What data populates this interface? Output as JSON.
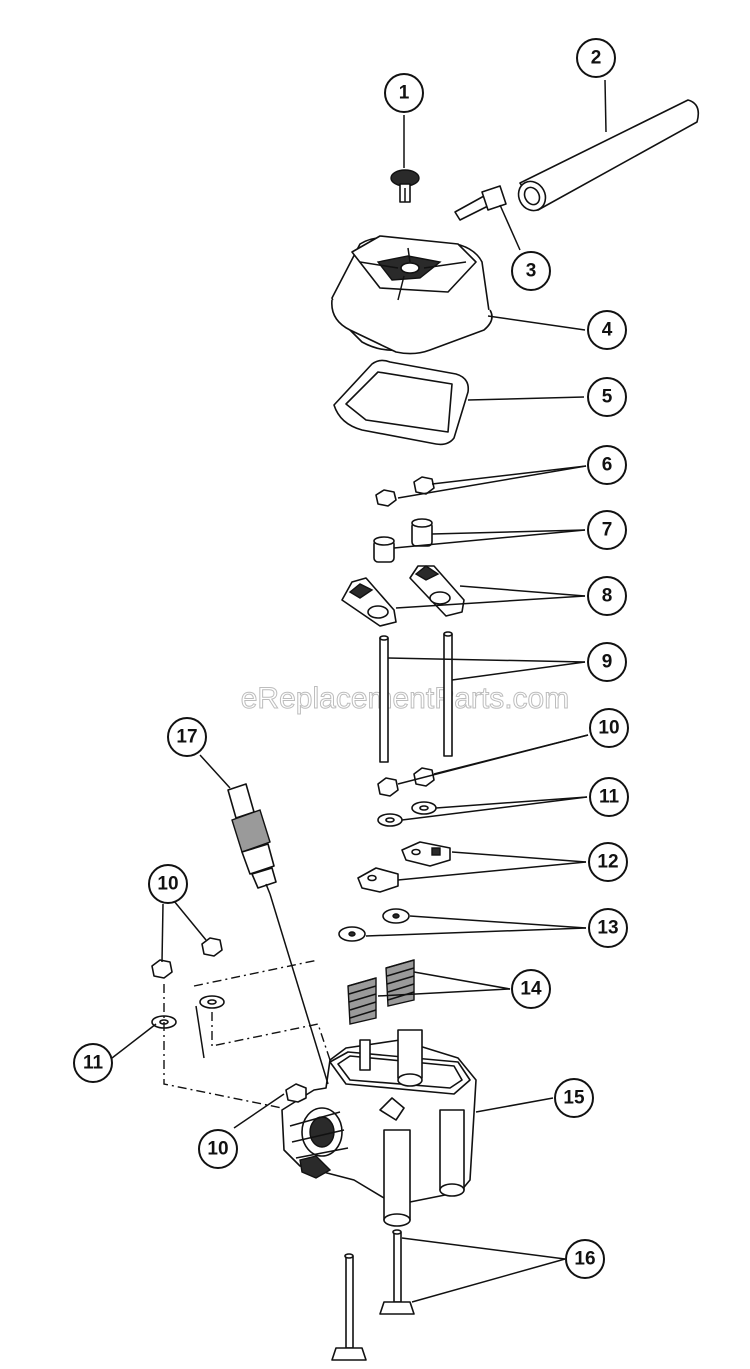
{
  "watermark": "eReplacementParts.com",
  "callouts": [
    {
      "label": "1"
    },
    {
      "label": "2"
    },
    {
      "label": "3"
    },
    {
      "label": "4"
    },
    {
      "label": "5"
    },
    {
      "label": "6"
    },
    {
      "label": "7"
    },
    {
      "label": "8"
    },
    {
      "label": "9"
    },
    {
      "label": "10"
    },
    {
      "label": "11"
    },
    {
      "label": "12"
    },
    {
      "label": "13"
    },
    {
      "label": "14"
    },
    {
      "label": "15"
    },
    {
      "label": "16"
    },
    {
      "label": "17"
    },
    {
      "label": "10"
    },
    {
      "label": "11"
    },
    {
      "label": "10"
    }
  ]
}
